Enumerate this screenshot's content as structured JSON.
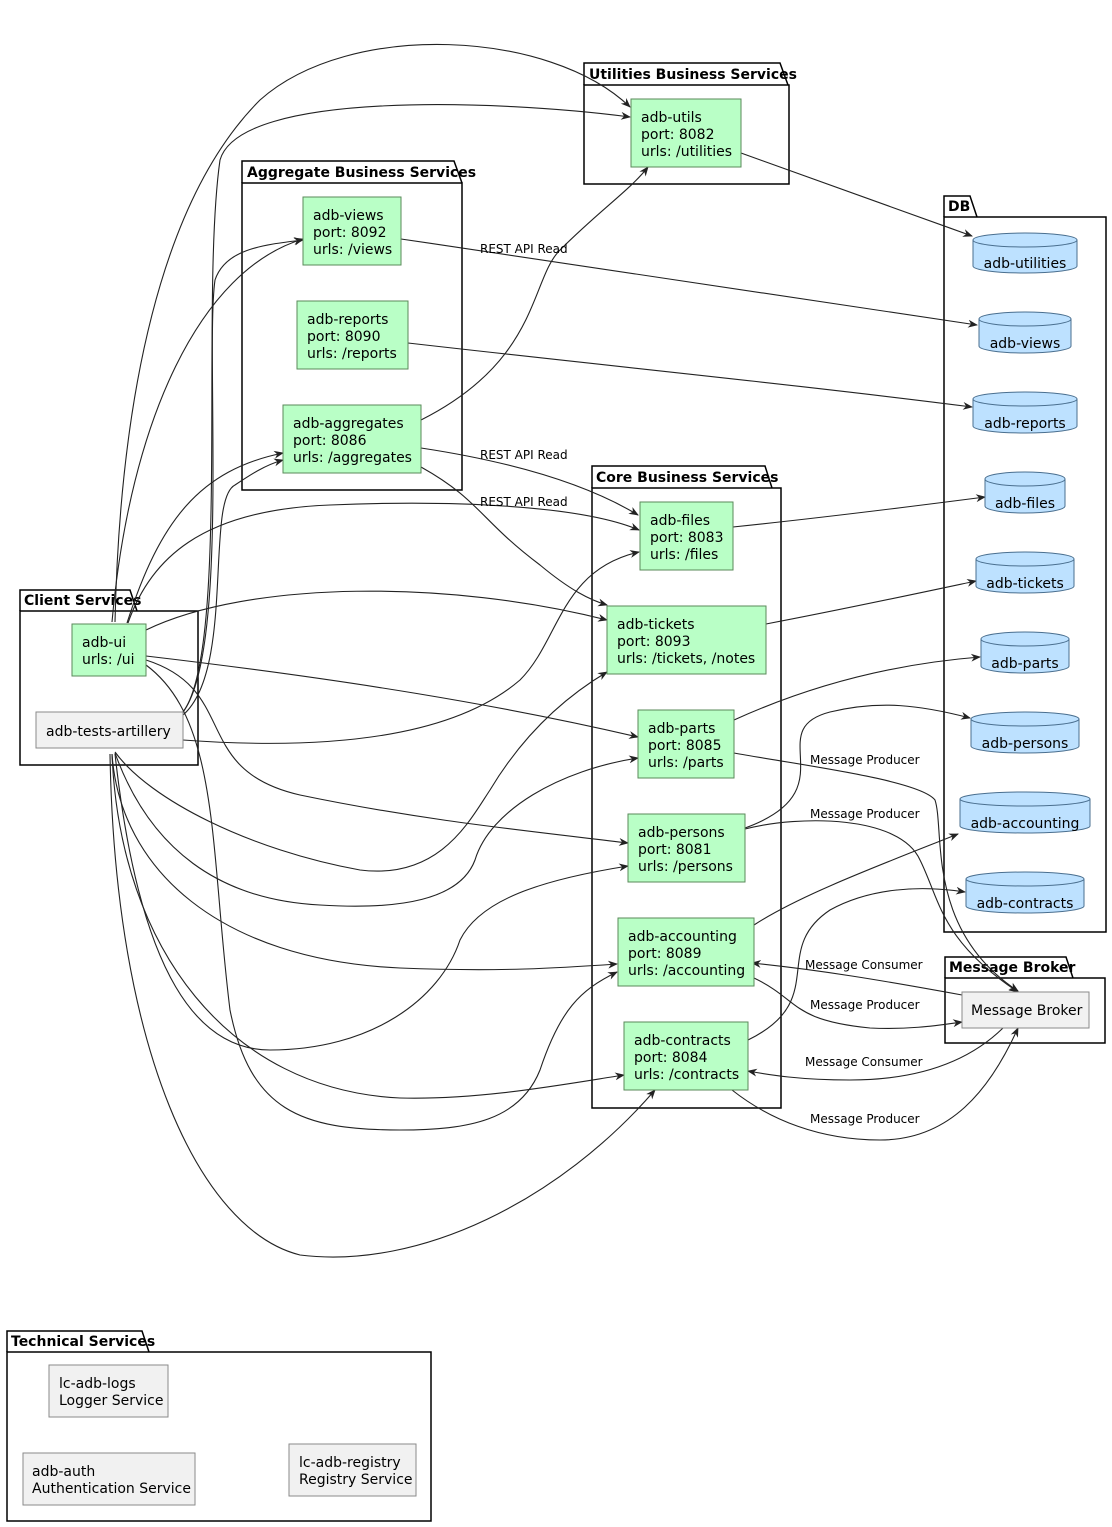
{
  "packages": {
    "utilities": {
      "title": "Utilities Business Services"
    },
    "aggregate": {
      "title": "Aggregate Business Services"
    },
    "core": {
      "title": "Core Business Services"
    },
    "db": {
      "title": "DB"
    },
    "client": {
      "title": "Client Services"
    },
    "broker": {
      "title": "Message Broker"
    },
    "technical": {
      "title": "Technical Services"
    }
  },
  "nodes": {
    "utils": {
      "lines": [
        "adb-utils",
        "port: 8082",
        "urls: /utilities"
      ]
    },
    "views": {
      "lines": [
        "adb-views",
        "port: 8092",
        "urls: /views"
      ]
    },
    "reports": {
      "lines": [
        "adb-reports",
        "port: 8090",
        "urls: /reports"
      ]
    },
    "aggregates": {
      "lines": [
        "adb-aggregates",
        "port: 8086",
        "urls: /aggregates"
      ]
    },
    "files": {
      "lines": [
        "adb-files",
        "port: 8083",
        "urls: /files"
      ]
    },
    "tickets": {
      "lines": [
        "adb-tickets",
        "port: 8093",
        "urls: /tickets, /notes"
      ]
    },
    "parts": {
      "lines": [
        "adb-parts",
        "port: 8085",
        "urls: /parts"
      ]
    },
    "persons": {
      "lines": [
        "adb-persons",
        "port: 8081",
        "urls: /persons"
      ]
    },
    "accounting": {
      "lines": [
        "adb-accounting",
        "port: 8089",
        "urls: /accounting"
      ]
    },
    "contracts": {
      "lines": [
        "adb-contracts",
        "port: 8084",
        "urls: /contracts"
      ]
    },
    "ui": {
      "lines": [
        "adb-ui",
        "urls: /ui"
      ]
    },
    "artillery": {
      "lines": [
        "adb-tests-artillery"
      ]
    },
    "broker": {
      "lines": [
        "Message Broker"
      ]
    },
    "logs": {
      "lines": [
        "lc-adb-logs",
        "Logger Service"
      ]
    },
    "auth": {
      "lines": [
        "adb-auth",
        "Authentication Service"
      ]
    },
    "registry": {
      "lines": [
        "lc-adb-registry",
        "Registry Service"
      ]
    }
  },
  "databases": {
    "utilities": "adb-utilities",
    "views": "adb-views",
    "reports": "adb-reports",
    "files": "adb-files",
    "tickets": "adb-tickets",
    "parts": "adb-parts",
    "persons": "adb-persons",
    "accounting": "adb-accounting",
    "contracts": "adb-contracts"
  },
  "edge_labels": {
    "rest_views": "REST API Read",
    "rest_agg_files": "REST API Read",
    "rest_agg_tickets": "REST API Read",
    "producer_parts": "Message Producer",
    "producer_persons": "Message Producer",
    "consumer_accounting": "Message Consumer",
    "producer_accounting": "Message Producer",
    "consumer_contracts": "Message Consumer",
    "producer_contracts": "Message Producer"
  },
  "colors": {
    "service_fill": "#b9ffc6",
    "database_fill": "#bde1ff",
    "plain_fill": "#f1f1f1"
  }
}
